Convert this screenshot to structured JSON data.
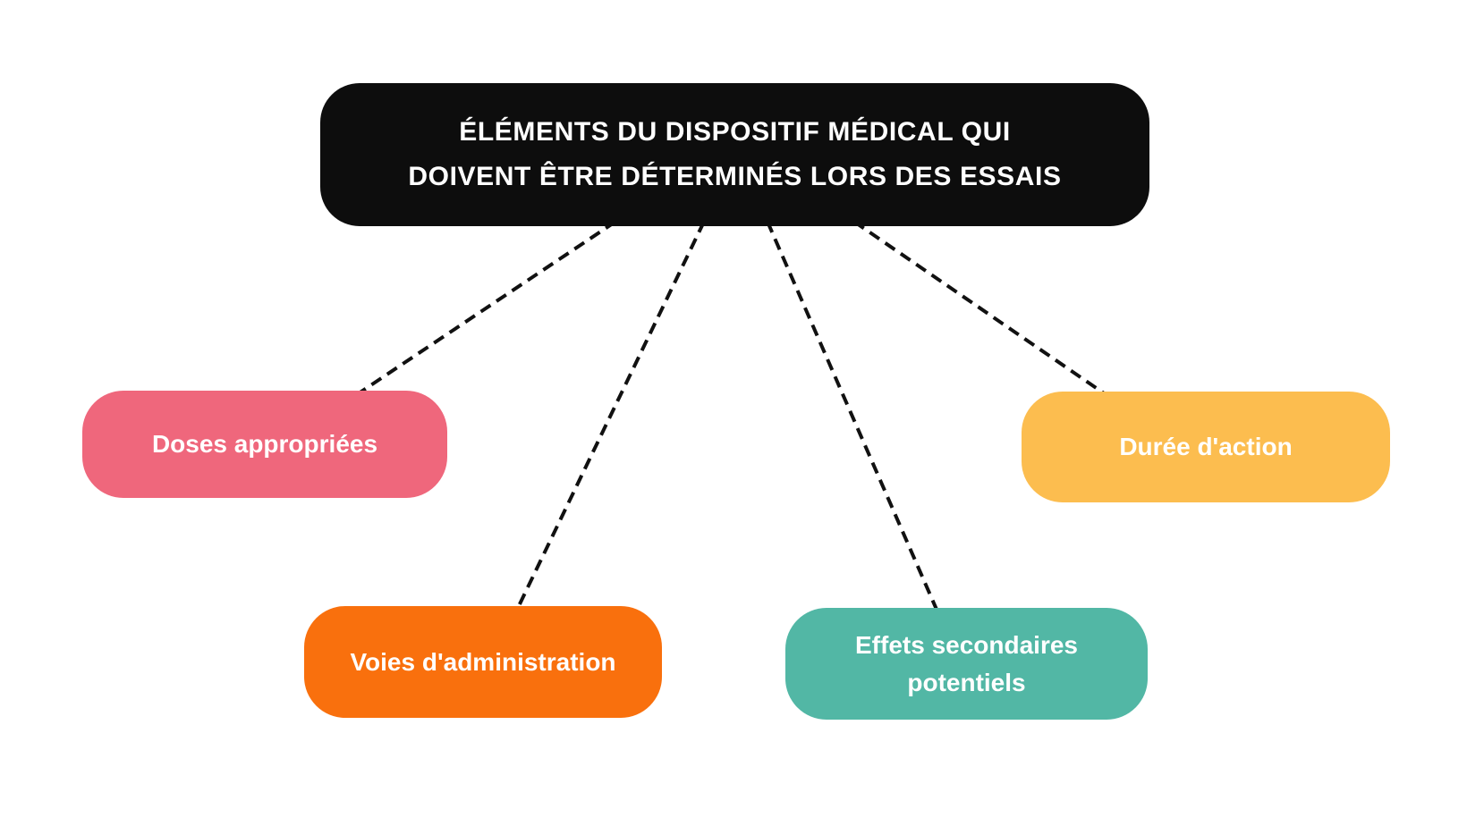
{
  "diagram": {
    "background_color": "#FFFFFF",
    "connector_color": "#111111",
    "connector_style": "dashed",
    "title_node": {
      "lines": [
        "ÉLÉMENTS DU DISPOSITIF MÉDICAL QUI",
        "DOIVENT ÊTRE DÉTERMINÉS LORS DES ESSAIS"
      ],
      "bg_color": "#0D0D0D",
      "text_color": "#FFFFFF"
    },
    "nodes": [
      {
        "id": "doses-appropriees",
        "label": "Doses appropriées",
        "bg_color": "#EF677C",
        "text_color": "#FFFFFF"
      },
      {
        "id": "voies-administration",
        "label": "Voies d'administration",
        "bg_color": "#F9700D",
        "text_color": "#FFFFFF"
      },
      {
        "id": "effets-secondaires-potentiels",
        "label": "Effets secondaires potentiels",
        "bg_color": "#52B7A5",
        "text_color": "#FFFFFF"
      },
      {
        "id": "duree-action",
        "label": "Durée d'action",
        "bg_color": "#FCBD4F",
        "text_color": "#FFFFFF"
      }
    ],
    "connections": [
      {
        "from": "title",
        "to": "doses-appropriees",
        "style": "dashed"
      },
      {
        "from": "title",
        "to": "voies-administration",
        "style": "dashed"
      },
      {
        "from": "title",
        "to": "effets-secondaires-potentiels",
        "style": "dashed"
      },
      {
        "from": "title",
        "to": "duree-action",
        "style": "dashed"
      }
    ]
  }
}
